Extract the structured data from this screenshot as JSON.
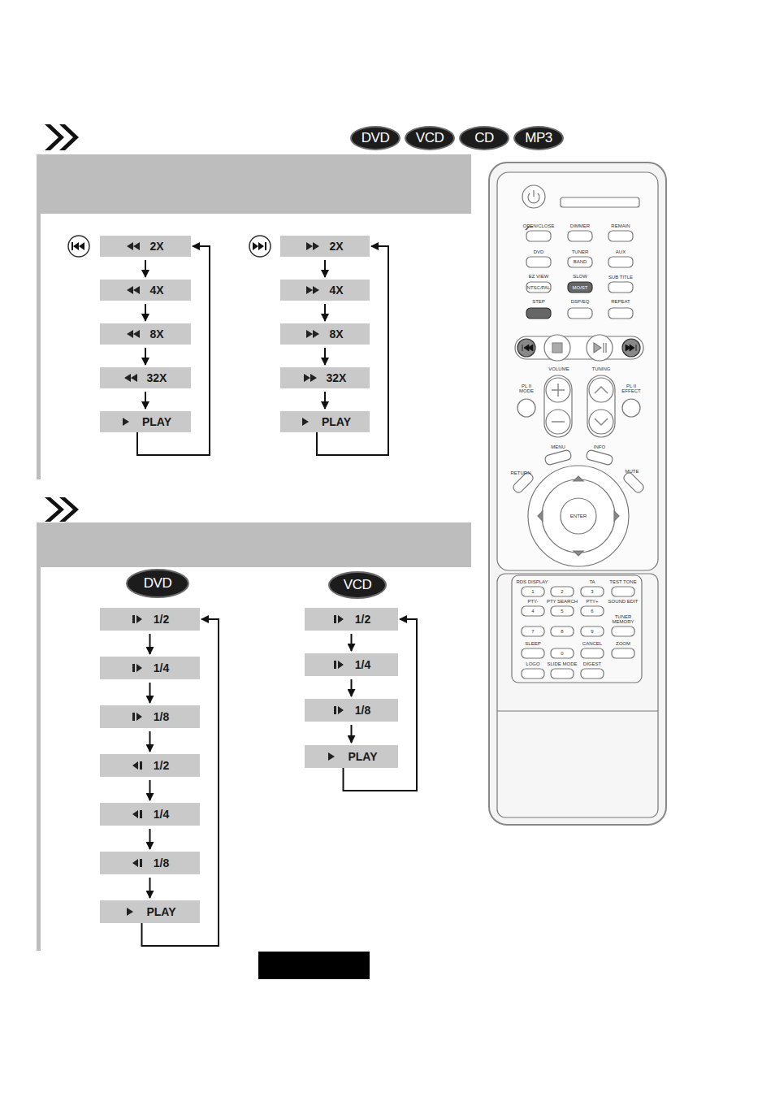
{
  "diagram": {
    "nodes": [
      {
        "text": [
          "DVD"
        ]
      },
      {
        "text": [
          "VCD"
        ]
      },
      {
        "text": [
          "CD"
        ]
      },
      {
        "text": [
          "MP3"
        ]
      },
      {
        "text": [
          "2X"
        ]
      },
      {
        "text": [
          "4X"
        ]
      },
      {
        "text": [
          "8X"
        ]
      },
      {
        "text": [
          "32X"
        ]
      },
      {
        "text": [
          "PLAY"
        ]
      },
      {
        "text": [
          "2X"
        ]
      },
      {
        "text": [
          "4X"
        ]
      },
      {
        "text": [
          "8X"
        ]
      },
      {
        "text": [
          "32X"
        ]
      },
      {
        "text": [
          "PLAY"
        ]
      },
      {
        "text": [
          "DVD"
        ]
      },
      {
        "text": [
          "VCD"
        ]
      },
      {
        "text": [
          "1/2"
        ]
      },
      {
        "text": [
          "1/4"
        ]
      },
      {
        "text": [
          "1/8"
        ]
      },
      {
        "text": [
          "1/2"
        ]
      },
      {
        "text": [
          "1/4"
        ]
      },
      {
        "text": [
          "1/8"
        ]
      },
      {
        "text": [
          "PLAY"
        ]
      },
      {
        "text": [
          "1/2"
        ]
      },
      {
        "text": [
          "1/4"
        ]
      },
      {
        "text": [
          "1/8"
        ]
      },
      {
        "text": [
          "PLAY"
        ]
      }
    ],
    "edges": [
      {
        "from": 4,
        "to": 5,
        "arrow": "to"
      },
      {
        "from": 5,
        "to": 6,
        "arrow": "to"
      },
      {
        "from": 6,
        "to": 7,
        "arrow": "to"
      },
      {
        "from": 7,
        "to": 8,
        "arrow": "to"
      },
      {
        "from": 8,
        "to": 4,
        "arrow": "to"
      },
      {
        "from": 9,
        "to": 10,
        "arrow": "to"
      },
      {
        "from": 10,
        "to": 11,
        "arrow": "to"
      },
      {
        "from": 11,
        "to": 12,
        "arrow": "to"
      },
      {
        "from": 12,
        "to": 13,
        "arrow": "to"
      },
      {
        "from": 13,
        "to": 9,
        "arrow": "to"
      },
      {
        "from": 16,
        "to": 17,
        "arrow": "to"
      },
      {
        "from": 17,
        "to": 18,
        "arrow": "to"
      },
      {
        "from": 18,
        "to": 19,
        "arrow": "to"
      },
      {
        "from": 19,
        "to": 20,
        "arrow": "to"
      },
      {
        "from": 20,
        "to": 21,
        "arrow": "to"
      },
      {
        "from": 21,
        "to": 22,
        "arrow": "to"
      },
      {
        "from": 22,
        "to": 16,
        "arrow": "to"
      },
      {
        "from": 23,
        "to": 24,
        "arrow": "to"
      },
      {
        "from": 24,
        "to": 25,
        "arrow": "to"
      },
      {
        "from": 25,
        "to": 26,
        "arrow": "to"
      },
      {
        "from": 26,
        "to": 23,
        "arrow": "to"
      }
    ],
    "labels": [
      "OPEN/CLOSE",
      "DIMMER",
      "REMAIN",
      "DVD",
      "TUNER",
      "BAND",
      "AUX",
      "EZ VIEW",
      "NTSC/PAL",
      "SLOW",
      "MO/ST",
      "SUB TITLE",
      "STEP",
      "DSP/EQ",
      "REPEAT",
      "VOLUME",
      "TUNING",
      "PL II MODE",
      "PL II EFFECT",
      "RETURN",
      "MENU",
      "INFO",
      "MUTE",
      "ENTER",
      "RDS DISPLAY",
      "TA",
      "TEST TONE",
      "1",
      "2",
      "3",
      "PTY-",
      "PTY SEARCH",
      "PTY+",
      "SOUND EDIT",
      "4",
      "5",
      "6",
      "TUNER MEMORY",
      "7",
      "8",
      "9",
      "SLEEP",
      "CANCEL",
      "ZOOM",
      "0",
      "LOGO",
      "SLIDE MODE",
      "DIGEST"
    ]
  }
}
